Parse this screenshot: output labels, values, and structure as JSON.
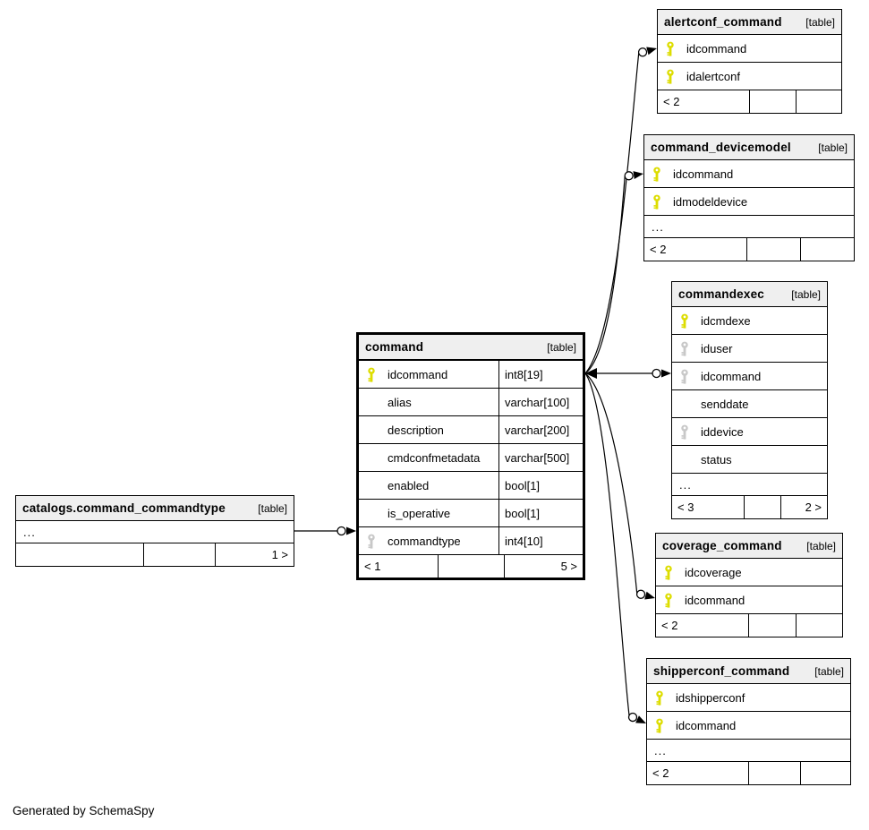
{
  "diagram": {
    "footer_note": "Generated by SchemaSpy"
  },
  "colors": {
    "primary_key": "#dddd00",
    "foreign_key": "#c8c8c8",
    "header_bg": "#efefef",
    "line": "#000000"
  },
  "tables": [
    {
      "id": "alertconf_command",
      "name": "alertconf_command",
      "badge": "[table]",
      "rows": [
        {
          "name": "idcommand",
          "key": "pk"
        },
        {
          "name": "idalertconf",
          "key": "pk"
        }
      ],
      "footer": [
        "< 2",
        "",
        ""
      ]
    },
    {
      "id": "command_devicemodel",
      "name": "command_devicemodel",
      "badge": "[table]",
      "rows": [
        {
          "name": "idcommand",
          "key": "pk"
        },
        {
          "name": "idmodeldevice",
          "key": "pk"
        }
      ],
      "ellipsis": "...",
      "footer": [
        "< 2",
        "",
        ""
      ]
    },
    {
      "id": "commandexec",
      "name": "commandexec",
      "badge": "[table]",
      "rows": [
        {
          "name": "idcmdexe",
          "key": "pk"
        },
        {
          "name": "iduser",
          "key": "fk"
        },
        {
          "name": "idcommand",
          "key": "fk"
        },
        {
          "name": "senddate"
        },
        {
          "name": "iddevice",
          "key": "fk"
        },
        {
          "name": "status"
        }
      ],
      "ellipsis": "...",
      "footer": [
        "< 3",
        "",
        "2 >"
      ]
    },
    {
      "id": "command",
      "name": "command",
      "badge": "[table]",
      "emphasis": true,
      "rows": [
        {
          "name": "idcommand",
          "key": "pk",
          "type": "int8[19]"
        },
        {
          "name": "alias",
          "type": "varchar[100]"
        },
        {
          "name": "description",
          "type": "varchar[200]"
        },
        {
          "name": "cmdconfmetadata",
          "type": "varchar[500]"
        },
        {
          "name": "enabled",
          "type": "bool[1]"
        },
        {
          "name": "is_operative",
          "type": "bool[1]"
        },
        {
          "name": "commandtype",
          "key": "fk",
          "type": "int4[10]"
        }
      ],
      "footer": [
        "< 1",
        "",
        "5 >"
      ]
    },
    {
      "id": "coverage_command",
      "name": "coverage_command",
      "badge": "[table]",
      "rows": [
        {
          "name": "idcoverage",
          "key": "pk"
        },
        {
          "name": "idcommand",
          "key": "pk"
        }
      ],
      "footer": [
        "< 2",
        "",
        ""
      ]
    },
    {
      "id": "shipperconf_command",
      "name": "shipperconf_command",
      "badge": "[table]",
      "rows": [
        {
          "name": "idshipperconf",
          "key": "pk"
        },
        {
          "name": "idcommand",
          "key": "pk"
        }
      ],
      "ellipsis": "...",
      "footer": [
        "< 2",
        "",
        ""
      ]
    },
    {
      "id": "catalogs.command_commandtype",
      "name": "catalogs.command_commandtype",
      "badge": "[table]",
      "rows": [],
      "ellipsis": "...",
      "footer": [
        "",
        "",
        "1 >"
      ]
    }
  ]
}
